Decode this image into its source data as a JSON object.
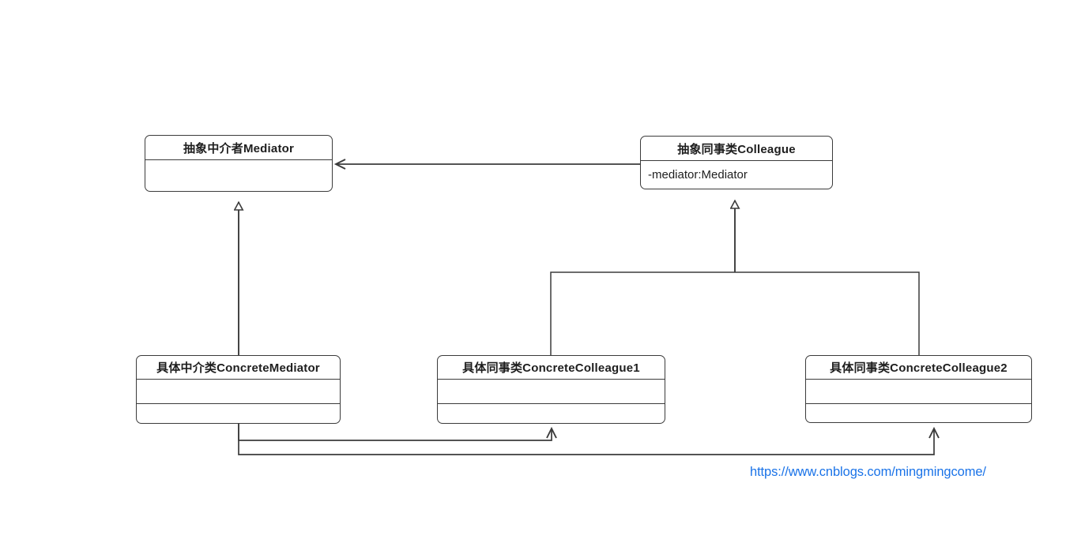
{
  "diagram": {
    "title": "Mediator Pattern UML Class Diagram",
    "stroke_color": "#3b3b3b",
    "text_color": "#1e1e1e",
    "link_color": "#1a73e8",
    "background": "#ffffff"
  },
  "classes": {
    "mediator": {
      "name": "抽象中介者Mediator",
      "attributes": "",
      "operations": ""
    },
    "colleague": {
      "name": "抽象同事类Colleague",
      "attributes": "-mediator:Mediator",
      "operations": ""
    },
    "concrete_mediator": {
      "name": "具体中介类ConcreteMediator",
      "attributes": "",
      "operations": ""
    },
    "concrete_colleague1": {
      "name": "具体同事类ConcreteColleague1",
      "attributes": "",
      "operations": ""
    },
    "concrete_colleague2": {
      "name": "具体同事类ConcreteColleague2",
      "attributes": "",
      "operations": ""
    }
  },
  "relations": [
    {
      "name": "colleague-to-mediator-association",
      "type": "association",
      "from": "colleague",
      "to": "mediator",
      "arrow": "open"
    },
    {
      "name": "concrete-mediator-inheritance",
      "type": "generalization",
      "from": "concrete_mediator",
      "to": "mediator",
      "arrow": "hollow-triangle"
    },
    {
      "name": "concrete-colleague1-inheritance",
      "type": "generalization",
      "from": "concrete_colleague1",
      "to": "colleague",
      "arrow": "hollow-triangle"
    },
    {
      "name": "concrete-colleague2-inheritance",
      "type": "generalization",
      "from": "concrete_colleague2",
      "to": "colleague",
      "arrow": "hollow-triangle"
    },
    {
      "name": "concrete-mediator-to-colleague1-association",
      "type": "association",
      "from": "concrete_mediator",
      "to": "concrete_colleague1",
      "arrow": "open"
    },
    {
      "name": "concrete-mediator-to-colleague2-association",
      "type": "association",
      "from": "concrete_mediator",
      "to": "concrete_colleague2",
      "arrow": "open"
    }
  ],
  "watermark": {
    "url": "https://www.cnblogs.com/mingmingcome/"
  }
}
